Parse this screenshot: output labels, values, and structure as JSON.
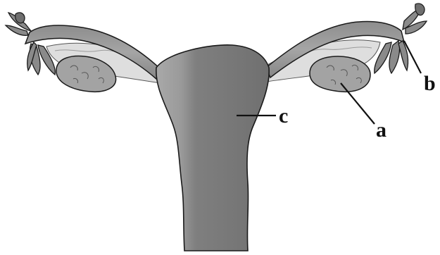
{
  "diagram": {
    "labels": [
      {
        "id": "a",
        "text": "a"
      },
      {
        "id": "b",
        "text": "b"
      },
      {
        "id": "c",
        "text": "c"
      }
    ]
  },
  "colors": {
    "background": "#ffffff",
    "tissue_dark": "#7a7a7a",
    "tissue_mid": "#9b9b9b",
    "tissue_light": "#c7c7c7",
    "ligament": "#dcdcdc",
    "outline": "#1a1a1a"
  }
}
